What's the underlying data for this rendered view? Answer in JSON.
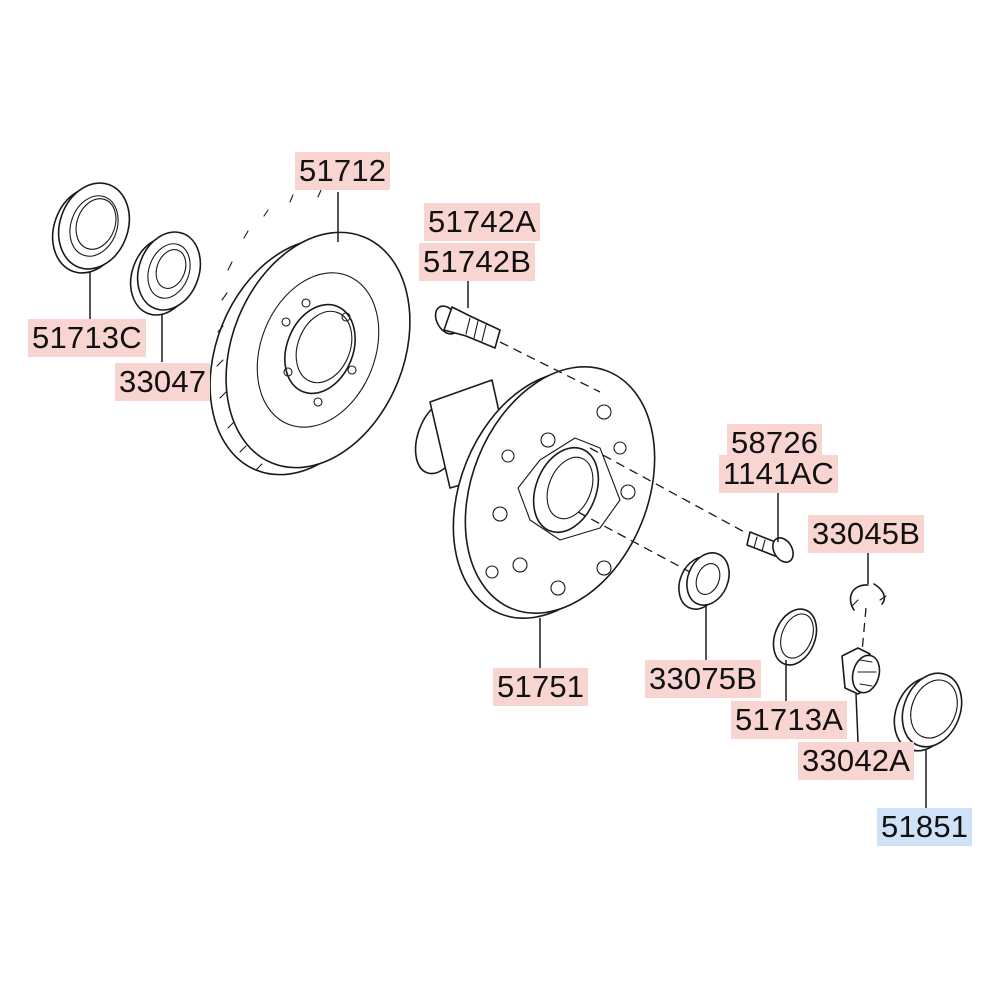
{
  "colors": {
    "label_highlight": "#f9d5d2",
    "label_selected": "#cfe2f7",
    "line": "#1a1a1a",
    "background": "#ffffff"
  },
  "labels": {
    "p51712": "51712",
    "p51742A": "51742A",
    "p51742B": "51742B",
    "p51713C": "51713C",
    "p33047": "33047",
    "p58726": "58726",
    "p1141AC": "1141AC",
    "p33045B": "33045B",
    "p51751": "51751",
    "p33075B": "33075B",
    "p51713A": "51713A",
    "p33042A": "33042A",
    "p51851": "51851"
  },
  "selected_part": "51851"
}
